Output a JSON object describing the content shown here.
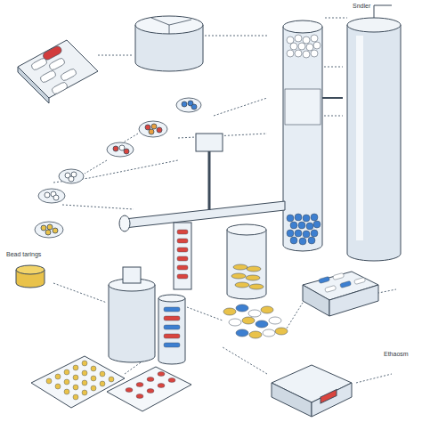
{
  "diagram": {
    "labels": [
      "Bead tarings",
      "Sndler",
      "Ethaosm"
    ]
  }
}
